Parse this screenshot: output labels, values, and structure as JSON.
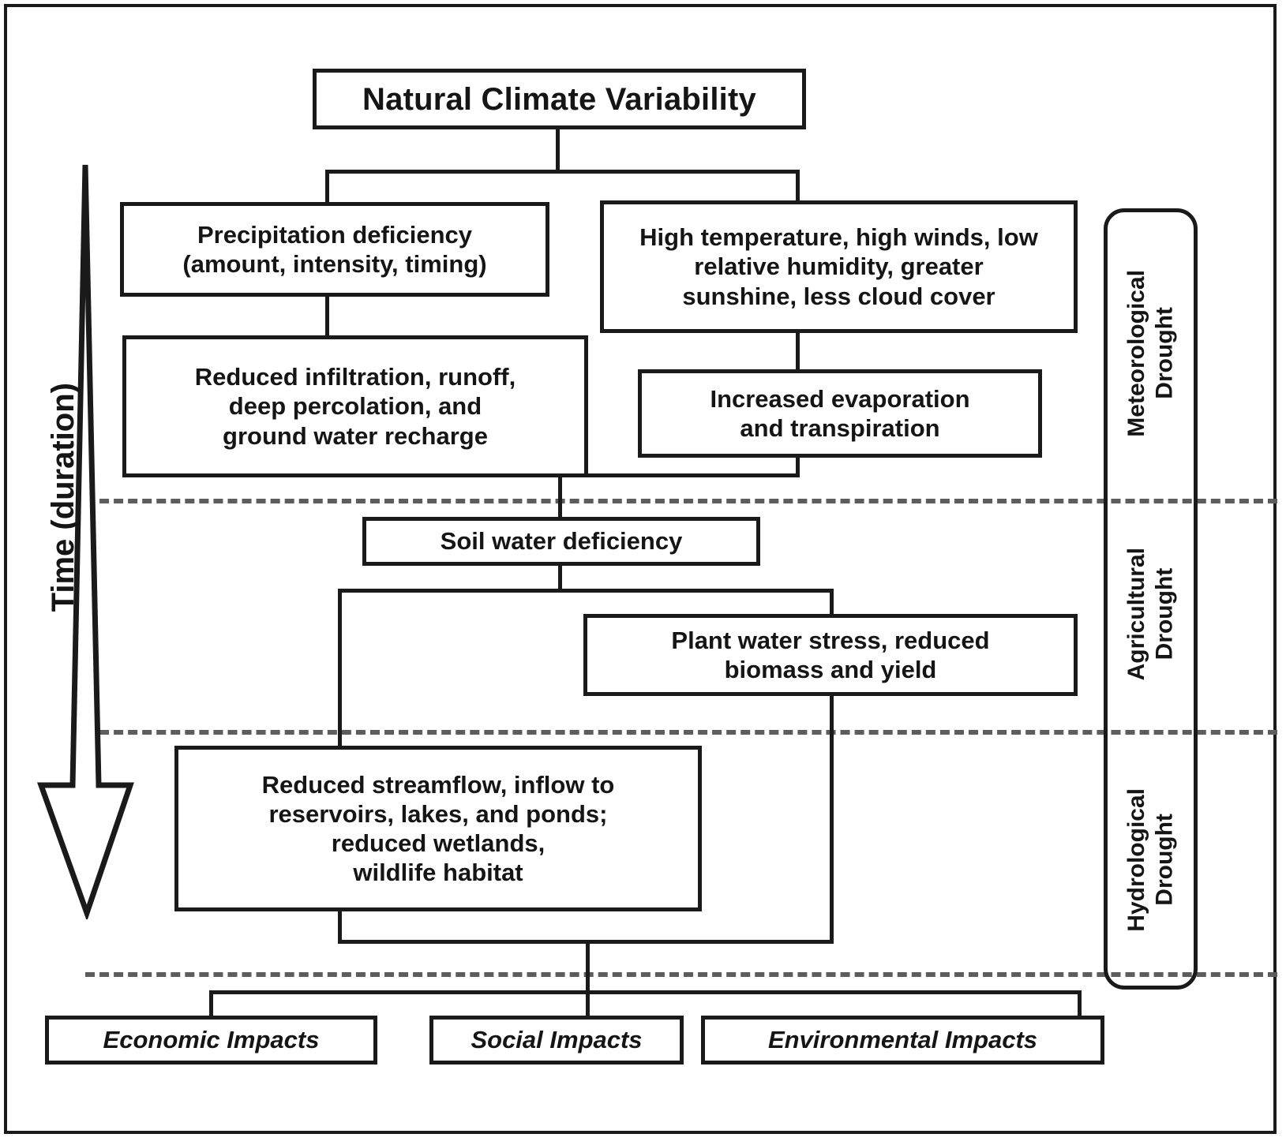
{
  "figure": {
    "title": "Drought propagation sequence diagram",
    "time_axis": {
      "label": "Time (duration)",
      "icon": "down-arrow"
    },
    "drought_classes": [
      {
        "id": "meteorological",
        "label": "Meteorological\nDrought"
      },
      {
        "id": "agricultural",
        "label": "Agricultural\nDrought"
      },
      {
        "id": "hydrological",
        "label": "Hydrological\nDrought"
      }
    ],
    "nodes": {
      "root": "Natural Climate Variability",
      "precipitation_deficiency": "Precipitation deficiency\n(amount, intensity, timing)",
      "high_temperature": "High temperature, high winds, low\nrelative humidity, greater\nsunshine, less cloud cover",
      "reduced_infiltration": "Reduced infiltration, runoff,\ndeep percolation, and\nground water recharge",
      "increased_evaporation": "Increased evaporation\nand transpiration",
      "soil_water_deficiency": "Soil water deficiency",
      "plant_water_stress": "Plant water stress, reduced\nbiomass and yield",
      "reduced_streamflow": "Reduced streamflow, inflow to\nreservoirs, lakes, and ponds;\nreduced wetlands,\nwildlife habitat"
    },
    "impacts": [
      {
        "id": "economic",
        "label": "Economic Impacts"
      },
      {
        "id": "social",
        "label": "Social Impacts"
      },
      {
        "id": "environmental",
        "label": "Environmental Impacts"
      }
    ],
    "colors": {
      "line": "#1a1a1a",
      "divider": "#5d5d5d",
      "background": "#ffffff",
      "text": "#151515"
    }
  }
}
